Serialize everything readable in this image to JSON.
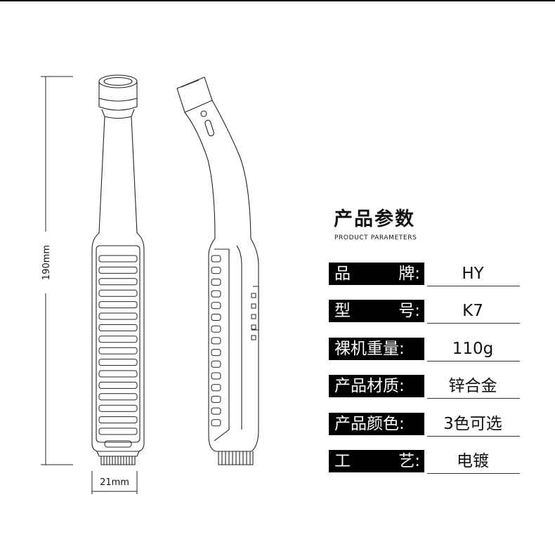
{
  "dimensions": {
    "height_label": "190mm",
    "width_label": "21mm"
  },
  "params": {
    "title": "产品参数",
    "subtitle": "PRODUCT PARAMETERS",
    "rows": [
      {
        "label_parts": [
          "品",
          "牌:"
        ],
        "value": "HY"
      },
      {
        "label_parts": [
          "型",
          "号:"
        ],
        "value": "K7"
      },
      {
        "label_parts": [
          "裸机重量:"
        ],
        "value": "110g"
      },
      {
        "label_parts": [
          "产品材质:"
        ],
        "value": "锌合金"
      },
      {
        "label_parts": [
          "产品颜色:"
        ],
        "value": "3色可选"
      },
      {
        "label_parts": [
          "工",
          "艺:"
        ],
        "value": "电镀"
      }
    ]
  },
  "colors": {
    "ink": "#111111",
    "label_bg": "#000000",
    "label_text": "#ffffff"
  }
}
